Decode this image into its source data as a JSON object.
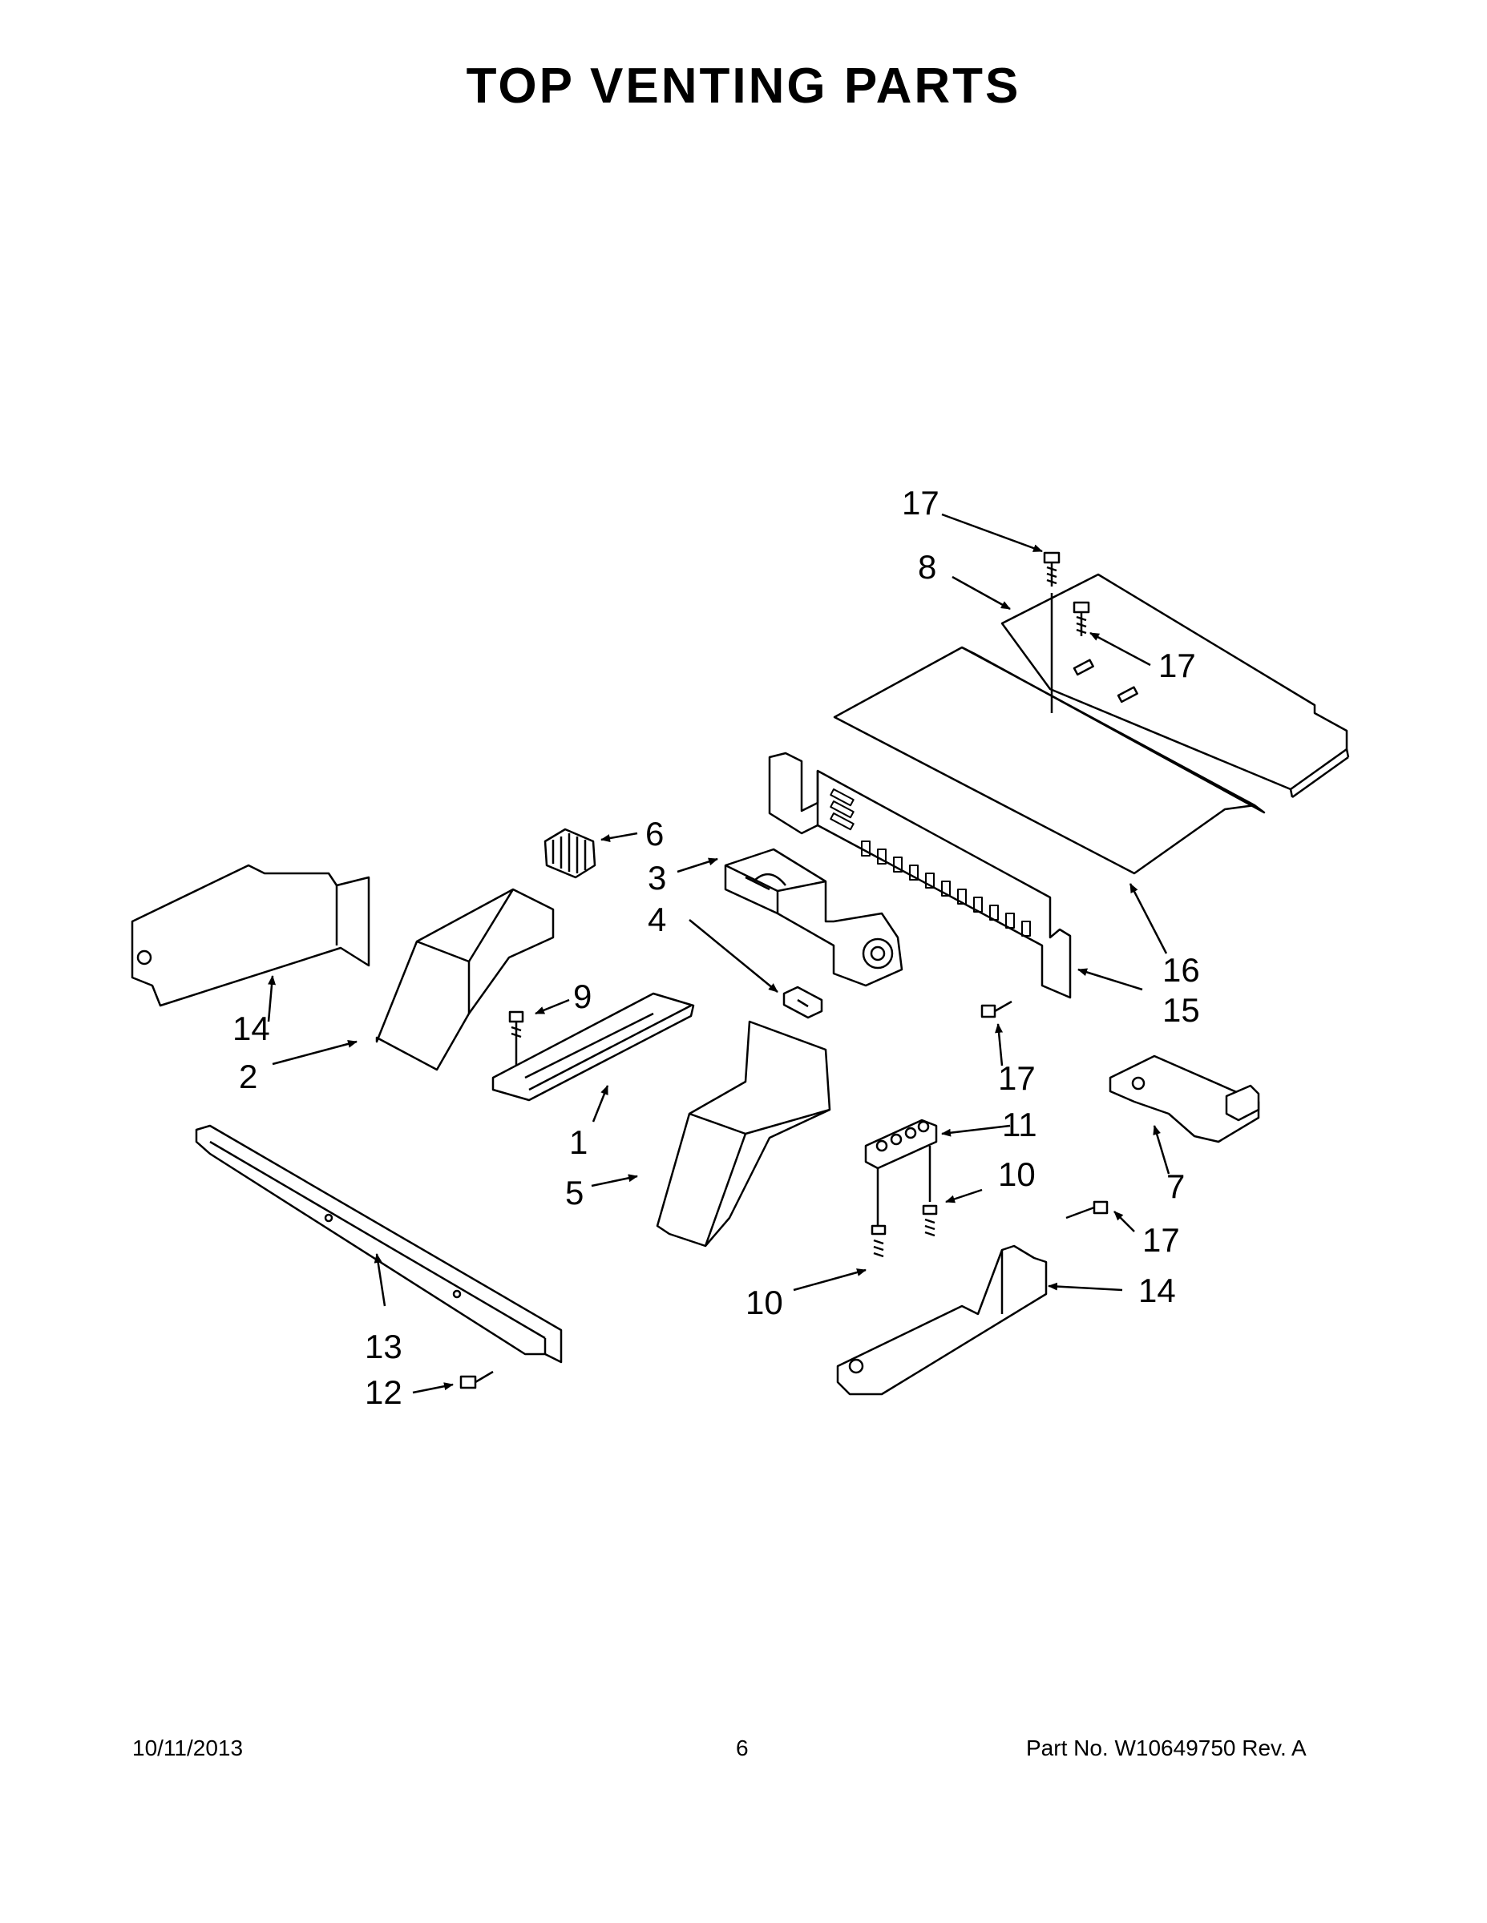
{
  "title": "TOP VENTING PARTS",
  "callouts": {
    "c1": "1",
    "c2": "2",
    "c3": "3",
    "c4": "4",
    "c5": "5",
    "c6": "6",
    "c7": "7",
    "c8": "8",
    "c9": "9",
    "c10a": "10",
    "c10b": "10",
    "c11": "11",
    "c12": "12",
    "c13": "13",
    "c14a": "14",
    "c14b": "14",
    "c15": "15",
    "c16": "16",
    "c17a": "17",
    "c17b": "17",
    "c17c": "17",
    "c17d": "17"
  },
  "footer": {
    "date": "10/11/2013",
    "page": "6",
    "part_no": "Part No.  W10649750  Rev.  A"
  }
}
